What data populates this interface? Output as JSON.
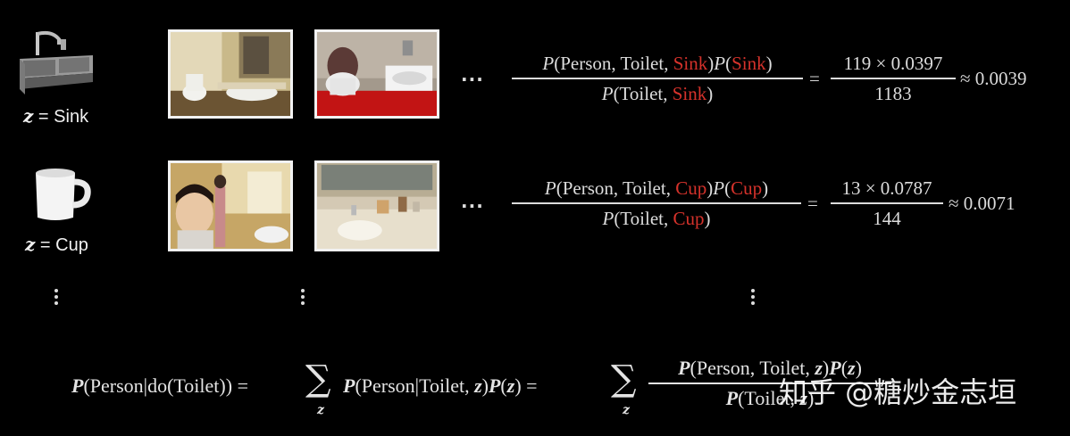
{
  "rows": [
    {
      "z_label_var": "z",
      "z_label_text": "= Sink",
      "icon": "sink-icon",
      "ellipsis": "...",
      "numerator": {
        "p1": "P",
        "open1": "(Person, Toilet, ",
        "var": "Sink",
        "close1": ")",
        "p2": "P",
        "open2": "(",
        "var2": "Sink",
        "close2": ")"
      },
      "denominator": {
        "p": "P",
        "open": "(Toilet, ",
        "var": "Sink",
        "close": ")"
      },
      "equals": "=",
      "calc_num": "119 × 0.0397",
      "calc_den": "1183",
      "result": "≈ 0.0039"
    },
    {
      "z_label_var": "z",
      "z_label_text": "= Cup",
      "icon": "cup-icon",
      "ellipsis": "...",
      "numerator": {
        "p1": "P",
        "open1": "(Person, Toilet, ",
        "var": "Cup",
        "close1": ")",
        "p2": "P",
        "open2": "(",
        "var2": "Cup",
        "close2": ")"
      },
      "denominator": {
        "p": "P",
        "open": "(Toilet, ",
        "var": "Cup",
        "close": ")"
      },
      "equals": "=",
      "calc_num": "13 × 0.0787",
      "calc_den": "144",
      "result": "≈ 0.0071"
    }
  ],
  "bottom_formula": {
    "lhs_p": "P",
    "lhs_args": "(Person|do(Toilet))",
    "eq1": "=",
    "sum_sub": "z",
    "mid_p": "P",
    "mid_args_a": "(Person|Toilet, ",
    "mid_z": "z",
    "mid_args_b": ")",
    "mid_p2": "P",
    "mid_z2_open": "(",
    "mid_z2": "z",
    "mid_z2_close": ")",
    "eq2": "=",
    "rhs_num_p": "P",
    "rhs_num_args": "(Person, Toilet, ",
    "rhs_num_z": "z",
    "rhs_num_close": ")",
    "rhs_num_p2": "P",
    "rhs_num_z2_open": "(",
    "rhs_num_z2": "z",
    "rhs_num_z2_close": ")",
    "rhs_den_p": "P",
    "rhs_den_args": "(Toilet, ",
    "rhs_den_z": "z",
    "rhs_den_close": ")"
  },
  "sigma": "∑",
  "watermark": "知乎 @糖炒金志垣",
  "colors": {
    "highlight": "#d6322b",
    "background": "#000000",
    "text": "#e4e4e4"
  }
}
